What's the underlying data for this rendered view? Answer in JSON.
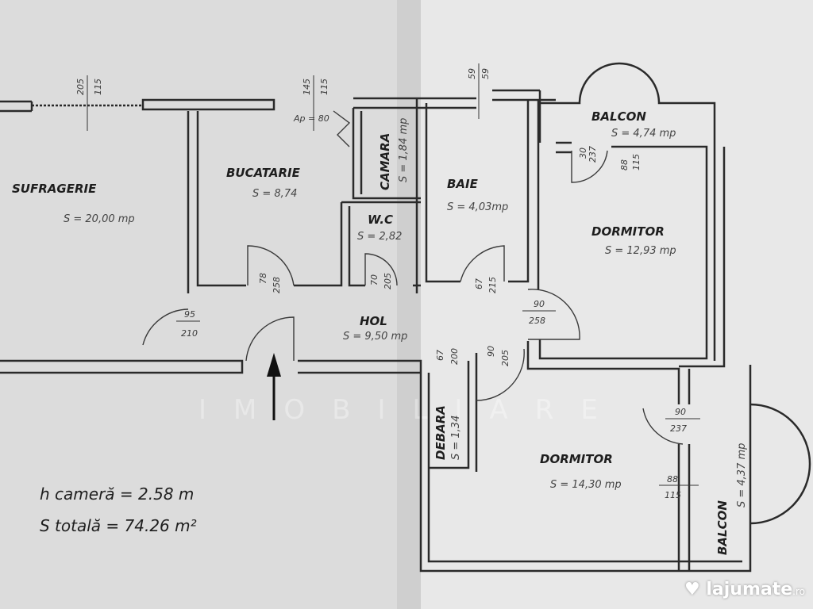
{
  "rooms": {
    "sufragerie": {
      "name": "SUFRAGERIE",
      "area": "S = 20,00 mp"
    },
    "bucatarie": {
      "name": "BUCATARIE",
      "area": "S = 8,74"
    },
    "camara": {
      "name": "CAMARA",
      "area": "S = 1,84 mp"
    },
    "baie": {
      "name": "BAIE",
      "area": "S = 4,03mp"
    },
    "wc": {
      "name": "W.C",
      "area": "S = 2,82"
    },
    "balcon1": {
      "name": "BALCON",
      "area": "S = 4,74 mp"
    },
    "dormitor1": {
      "name": "DORMITOR",
      "area": "S = 12,93 mp"
    },
    "hol": {
      "name": "HOL",
      "area": "S = 9,50 mp"
    },
    "debara": {
      "name": "DEBARA",
      "area": "S = 1,34"
    },
    "dormitor2": {
      "name": "DORMITOR",
      "area": "S = 14,30 mp"
    },
    "balcon2": {
      "name": "BALCON",
      "area": "S = 4,37 mp"
    }
  },
  "dimensions": {
    "win_sufragerie": [
      "205",
      "115"
    ],
    "win_bucatarie": [
      "145",
      "115"
    ],
    "ap": "Ap = 80",
    "win_baie": [
      "59",
      "59"
    ],
    "door_balcon1": [
      "30",
      "237"
    ],
    "win_balcon1": [
      "88",
      "115"
    ],
    "door_bucatarie": [
      "78",
      "258"
    ],
    "door_wc": [
      "70",
      "205"
    ],
    "door_baie": [
      "67",
      "215"
    ],
    "door_sufragerie": [
      "95",
      "210"
    ],
    "door_dormitor1": [
      "90",
      "258"
    ],
    "door_dormitor2": [
      "90",
      "205"
    ],
    "door_debara": [
      "67",
      "200"
    ],
    "door_balcon2": [
      "90",
      "237"
    ],
    "win_dormitor2": [
      "88",
      "115"
    ]
  },
  "notes": {
    "height": "h camerӑ = 2.58 m",
    "total": "S totalӑ = 74.26 m²"
  },
  "watermark": "IMOBILIARE",
  "logo": {
    "name": "lajumate",
    "tld": ".ro"
  }
}
